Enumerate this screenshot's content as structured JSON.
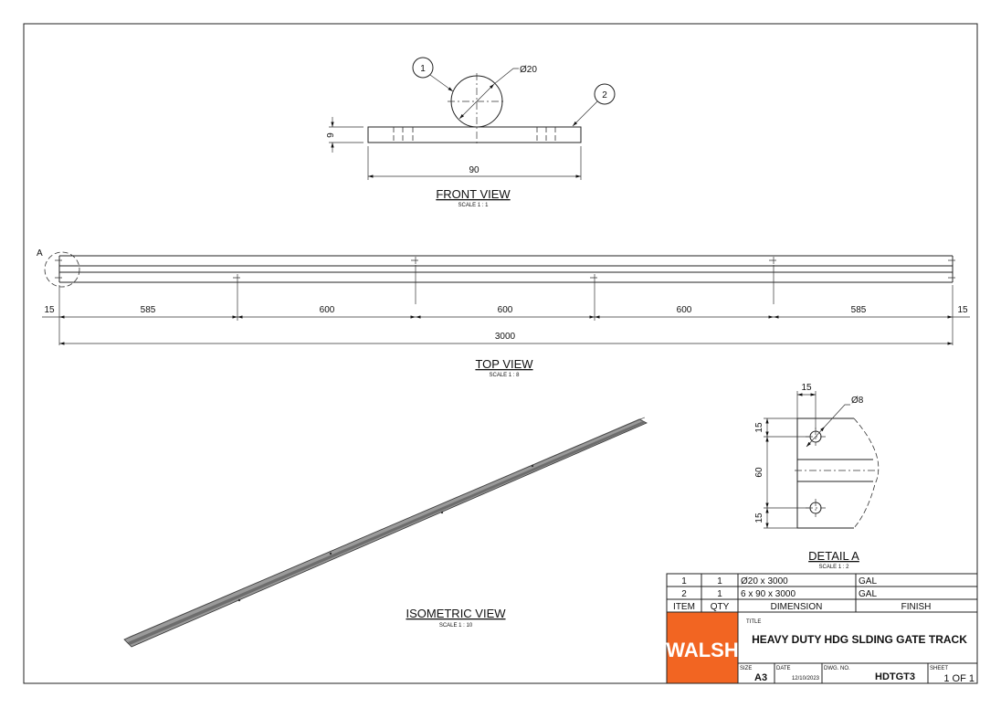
{
  "front_view": {
    "title": "FRONT VIEW",
    "scale": "SCALE 1 : 1",
    "balloons": [
      "1",
      "2"
    ],
    "dims": {
      "diameter": "Ø20",
      "thickness": "6",
      "width": "90"
    }
  },
  "top_view": {
    "title": "TOP VIEW",
    "scale": "SCALE 1 : 8",
    "detail_label": "A",
    "dims": [
      "15",
      "585",
      "600",
      "600",
      "600",
      "585",
      "15"
    ],
    "overall": "3000"
  },
  "isometric_view": {
    "title": "ISOMETRIC VIEW",
    "scale": "SCALE 1 : 10"
  },
  "detail_a": {
    "title": "DETAIL  A",
    "scale": "SCALE 1 : 2",
    "dims": {
      "hole_offset_x": "15",
      "hole_dia": "Ø8",
      "top": "15",
      "middle": "60",
      "bottom": "15"
    }
  },
  "bom": {
    "headers": [
      "ITEM",
      "QTY",
      "DIMENSION",
      "FINISH"
    ],
    "rows": [
      {
        "item": "1",
        "qty": "1",
        "dimension": "Ø20 x 3000",
        "finish": "GAL"
      },
      {
        "item": "2",
        "qty": "1",
        "dimension": "6 x 90 x 3000",
        "finish": "GAL"
      }
    ]
  },
  "title_block": {
    "logo": "WALSH",
    "title_label": "TITLE",
    "title": "HEAVY DUTY HDG SLDING GATE TRACK",
    "size_label": "SIZE",
    "size": "A3",
    "date_label": "DATE",
    "date": "12/10/2023",
    "dwg_label": "DWG. NO.",
    "dwg_no": "HDTGT3",
    "sheet_label": "SHEET",
    "sheet": "1 OF 1",
    "brand_color": "#F26522"
  }
}
